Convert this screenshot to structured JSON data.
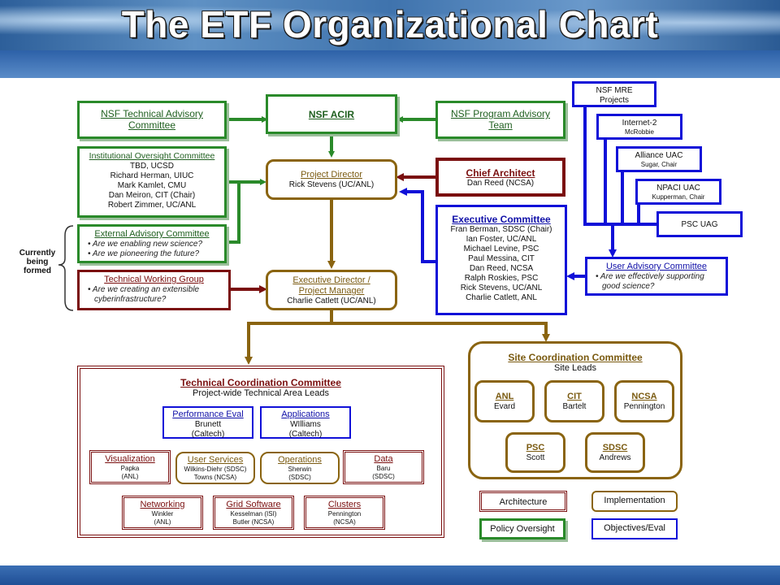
{
  "title": "The ETF Organizational Chart",
  "nsf_tac": {
    "line1": "NSF Technical Advisory",
    "line2": "Committee"
  },
  "nsf_acir": "NSF ACIR",
  "nsf_pat": {
    "line1": "NSF Program Advisory",
    "line2": "Team"
  },
  "ioc": {
    "title": "Institutional Oversight Committee",
    "members": [
      "TBD, UCSD",
      "Richard Herman, UIUC",
      "Mark Kamlet, CMU",
      "Dan Meiron, CIT (Chair)",
      "Robert Zimmer, UC/ANL"
    ]
  },
  "eac": {
    "title": "External Advisory Committee",
    "bullets": [
      "Are we enabling new science?",
      "Are we pioneering the future?"
    ]
  },
  "twg": {
    "title": "Technical Working Group",
    "bullets": [
      "Are we creating an extensible",
      "cyberinfrastructure?"
    ]
  },
  "currently_being_formed": {
    "line1": "Currently",
    "line2": "being",
    "line3": "formed"
  },
  "project_director": {
    "title": "Project Director",
    "name": "Rick Stevens (UC/ANL)"
  },
  "chief_architect": {
    "title": "Chief Architect",
    "name": "Dan Reed (NCSA)"
  },
  "executive_committee": {
    "title": "Executive Committee",
    "members": [
      "Fran Berman, SDSC (Chair)",
      "Ian Foster, UC/ANL",
      "Michael Levine, PSC",
      "Paul Messina, CIT",
      "Dan Reed, NCSA",
      "Ralph Roskies, PSC",
      "Rick Stevens, UC/ANL",
      "Charlie Catlett, ANL"
    ]
  },
  "exec_director": {
    "line1": "Executive Director /",
    "line2": "Project Manager",
    "name": "Charlie Catlett (UC/ANL)"
  },
  "nsf_mre": {
    "line1": "NSF MRE",
    "line2": "Projects"
  },
  "internet2": {
    "line1": "Internet-2",
    "line2": "McRobbie"
  },
  "alliance_uac": {
    "line1": "Alliance UAC",
    "line2": "Sugar, Chair"
  },
  "npaci_uac": {
    "line1": "NPACI UAC",
    "line2": "Kupperman, Chair"
  },
  "psc_uag": "PSC UAG",
  "uac": {
    "title": "User Advisory Committee",
    "bullets": [
      "Are we effectively supporting",
      "good science?"
    ]
  },
  "tcc": {
    "title": "Technical Coordination Committee",
    "subtitle": "Project-wide Technical Area Leads",
    "perf_eval": {
      "title": "Performance Eval",
      "line1": "Brunett",
      "line2": "(Caltech)"
    },
    "applications": {
      "title": "Applications",
      "line1": "WIlliams",
      "line2": "(Caltech)"
    },
    "visualization": {
      "title": "Visualization",
      "line1": "Papka",
      "line2": "(ANL)"
    },
    "user_services": {
      "title": "User Services",
      "line1": "Wilkins-Diehr (SDSC)",
      "line2": "Towns (NCSA)"
    },
    "operations": {
      "title": "Operations",
      "line1": "Sherwin",
      "line2": "(SDSC)"
    },
    "data": {
      "title": "Data",
      "line1": "Baru",
      "line2": "(SDSC)"
    },
    "networking": {
      "title": "Networking",
      "line1": "Winkler",
      "line2": "(ANL)"
    },
    "grid_software": {
      "title": "Grid Software",
      "line1": "Kesselman (ISI)",
      "line2": "Butler (NCSA)"
    },
    "clusters": {
      "title": "Clusters",
      "line1": "Pennington",
      "line2": "(NCSA)"
    }
  },
  "scc": {
    "title": "Site Coordination Committee",
    "subtitle": "Site Leads",
    "anl": {
      "title": "ANL",
      "name": "Evard"
    },
    "cit": {
      "title": "CIT",
      "name": "Bartelt"
    },
    "ncsa": {
      "title": "NCSA",
      "name": "Pennington"
    },
    "psc": {
      "title": "PSC",
      "name": "Scott"
    },
    "sdsc": {
      "title": "SDSC",
      "name": "Andrews"
    }
  },
  "legend": {
    "architecture": "Architecture",
    "implementation": "Implementation",
    "policy_oversight": "Policy Oversight",
    "objectives_eval": "Objectives/Eval"
  },
  "colors": {
    "policy": "#2a8a2a",
    "architecture": "#7a0f0f",
    "objectives": "#1010d8",
    "implementation": "#8a6410"
  }
}
